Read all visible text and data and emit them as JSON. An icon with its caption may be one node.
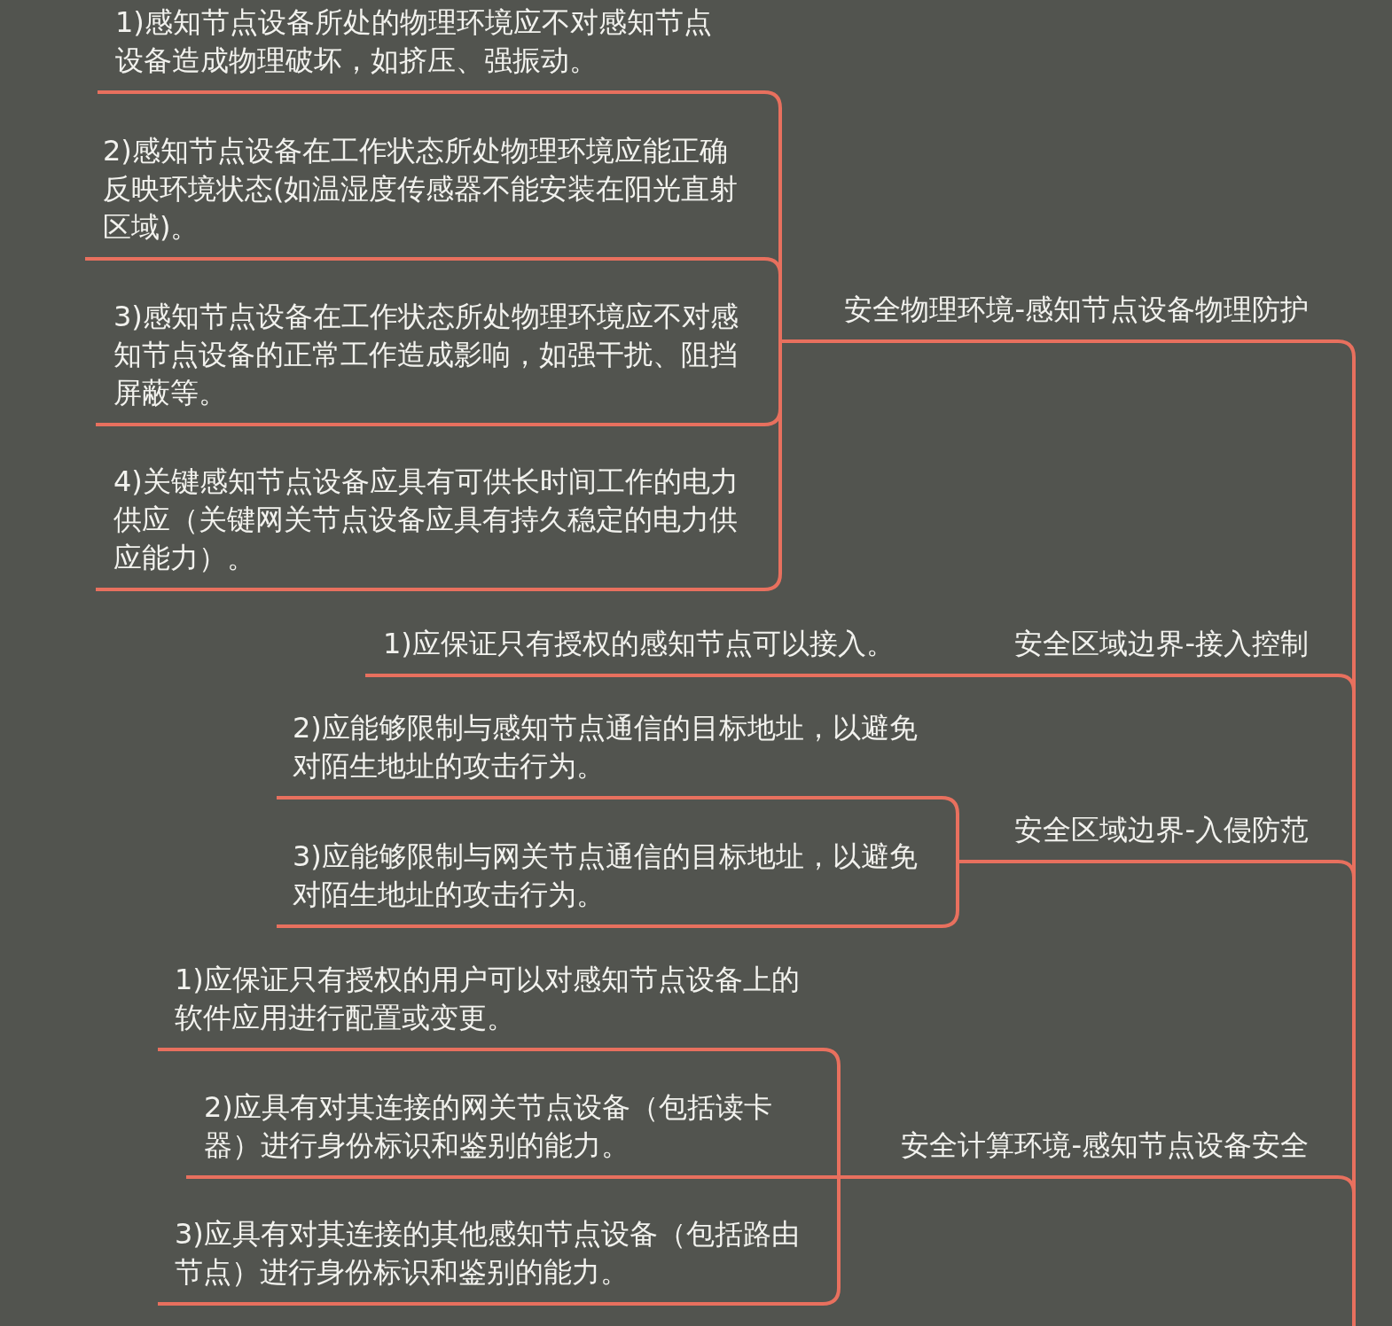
{
  "diagram": {
    "nodes": [
      {
        "text": [
          "安全物理环境-感知节点设备物理防护"
        ]
      },
      {
        "text": [
          "1)感知节点设备所处的物理环境应不对感知节点设备造成物理破坏，如挤压、强振动。"
        ]
      },
      {
        "text": [
          "2)感知节点设备在工作状态所处物理环境应能正确反映环境状态(如温湿度传感器不能安装在阳光直射区域)。"
        ]
      },
      {
        "text": [
          "3)感知节点设备在工作状态所处物理环境应不对感知节点设备的正常工作造成影响，如强干扰、阻挡屏蔽等。"
        ]
      },
      {
        "text": [
          "4)关键感知节点设备应具有可供长时间工作的电力供应（关键网关节点设备应具有持久稳定的电力供应能力）。"
        ]
      },
      {
        "text": [
          "安全区域边界-接入控制"
        ]
      },
      {
        "text": [
          "1)应保证只有授权的感知节点可以接入。"
        ]
      },
      {
        "text": [
          "安全区域边界-入侵防范"
        ]
      },
      {
        "text": [
          "2)应能够限制与感知节点通信的目标地址，以避免对陌生地址的攻击行为。"
        ]
      },
      {
        "text": [
          "3)应能够限制与网关节点通信的目标地址，以避免对陌生地址的攻击行为。"
        ]
      },
      {
        "text": [
          "安全计算环境-感知节点设备安全"
        ]
      },
      {
        "text": [
          "1)应保证只有授权的用户可以对感知节点设备上的软件应用进行配置或变更。"
        ]
      },
      {
        "text": [
          "2)应具有对其连接的网关节点设备（包括读卡器）进行身份标识和鉴别的能力。"
        ]
      },
      {
        "text": [
          "3)应具有对其连接的其他感知节点设备（包括路由节点）进行身份标识和鉴别的能力。"
        ]
      }
    ],
    "edges": [
      {
        "from": 0,
        "to": 1,
        "arrow": "none"
      },
      {
        "from": 0,
        "to": 2,
        "arrow": "none"
      },
      {
        "from": 0,
        "to": 3,
        "arrow": "none"
      },
      {
        "from": 0,
        "to": 4,
        "arrow": "none"
      },
      {
        "from": 5,
        "to": 6,
        "arrow": "none"
      },
      {
        "from": 7,
        "to": 8,
        "arrow": "none"
      },
      {
        "from": 7,
        "to": 9,
        "arrow": "none"
      },
      {
        "from": 10,
        "to": 11,
        "arrow": "none"
      },
      {
        "from": 10,
        "to": 12,
        "arrow": "none"
      },
      {
        "from": 10,
        "to": 13,
        "arrow": "none"
      },
      {
        "from": 0,
        "to": null,
        "arrow": "none"
      },
      {
        "from": 5,
        "to": null,
        "arrow": "none"
      },
      {
        "from": 7,
        "to": null,
        "arrow": "none"
      },
      {
        "from": 10,
        "to": null,
        "arrow": "none"
      }
    ]
  }
}
